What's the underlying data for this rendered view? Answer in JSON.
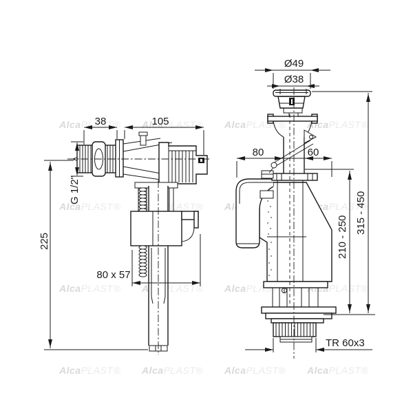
{
  "drawing": {
    "fill_valve": {
      "thread_length": "38",
      "body_length": "105",
      "inlet_thread": "G 1/2\"",
      "height": "225",
      "float_size": "80 x 57"
    },
    "flush_valve": {
      "cap_diameter": "Ø49",
      "button_diameter": "Ø38",
      "left_width": "80",
      "right_width": "60",
      "inner_height_range": "210 - 250",
      "total_height_range": "315 - 450",
      "base_thread": "TR 60x3"
    }
  },
  "watermark": {
    "brand_bold": "Alca",
    "brand_light": "PLAST®"
  },
  "colors": {
    "line": "#1a1a1a",
    "background": "#ffffff"
  }
}
